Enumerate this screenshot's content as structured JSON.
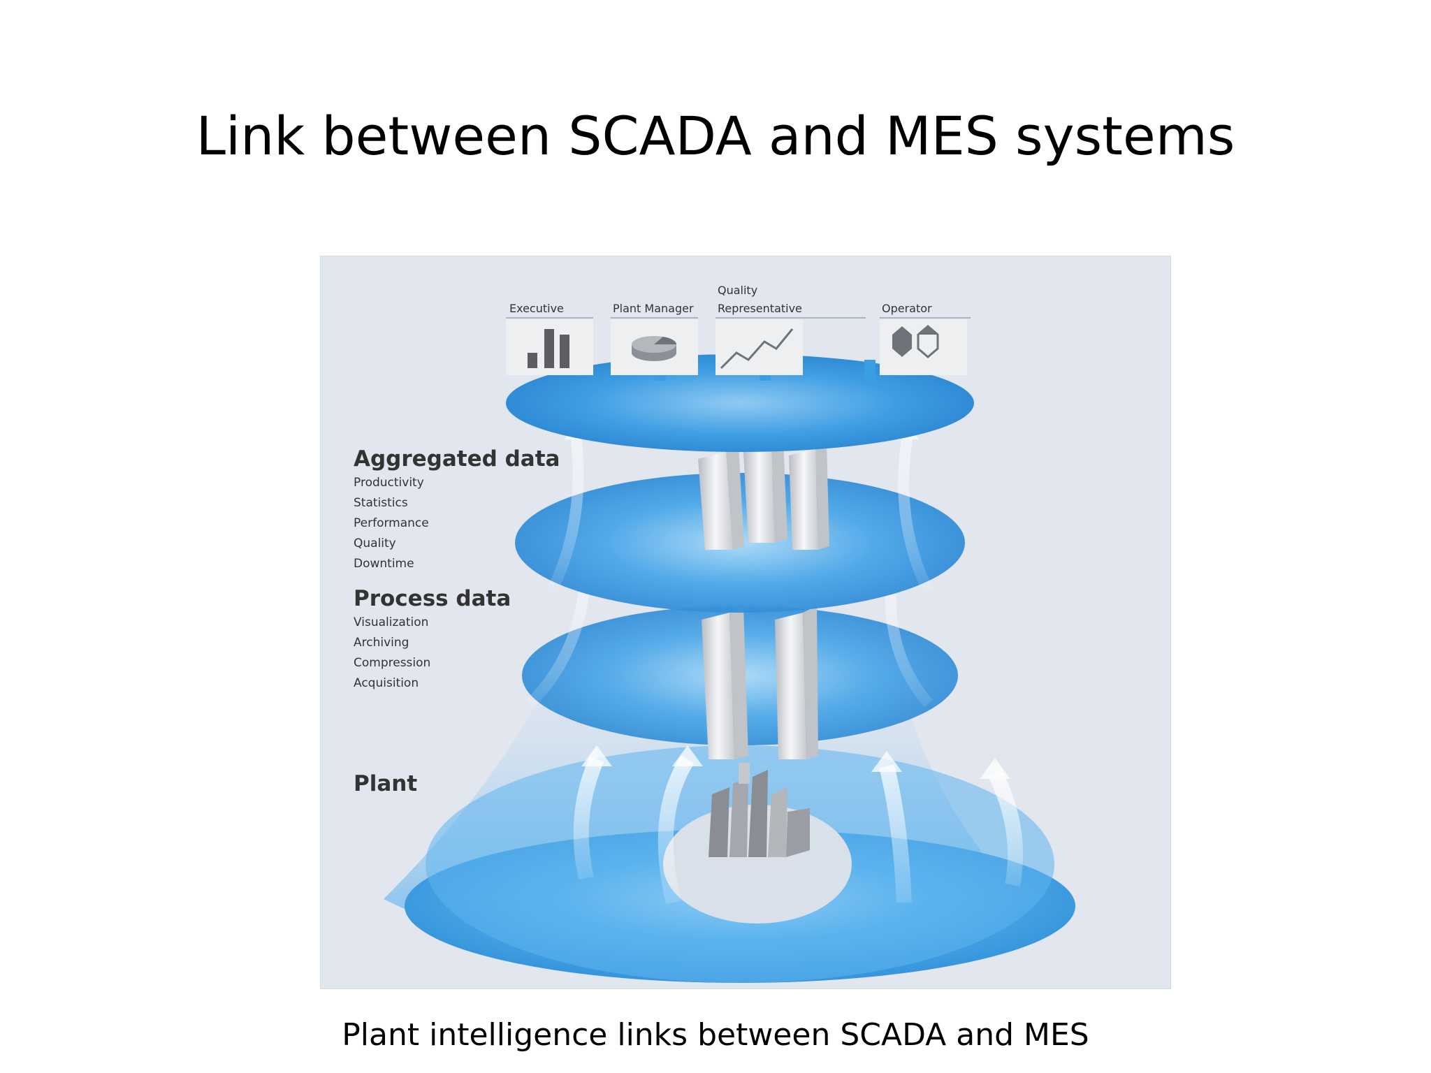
{
  "slide": {
    "title": "Link between SCADA and MES systems",
    "caption": "Plant intelligence links between SCADA and MES"
  },
  "diagram": {
    "roles": [
      {
        "label": "Executive",
        "icon": "bar-chart-icon"
      },
      {
        "label": "Plant Manager",
        "icon": "pie-chart-icon"
      },
      {
        "label_line1": "Quality",
        "label_line2": "Representative",
        "icon": "line-chart-icon"
      },
      {
        "label": "Operator",
        "icon": "gauge-icon"
      }
    ],
    "groups": {
      "aggregated": {
        "title": "Aggregated data",
        "items": [
          "Productivity",
          "Statistics",
          "Performance",
          "Quality",
          "Downtime"
        ]
      },
      "process": {
        "title": "Process data",
        "items": [
          "Visualization",
          "Archiving",
          "Compression",
          "Acquisition"
        ]
      },
      "plant": {
        "title": "Plant"
      }
    },
    "colors": {
      "background": "#e2e6ef",
      "disc_blue": "#3a9ee4",
      "disc_light": "#9cd0f4",
      "text": "#333333"
    }
  }
}
